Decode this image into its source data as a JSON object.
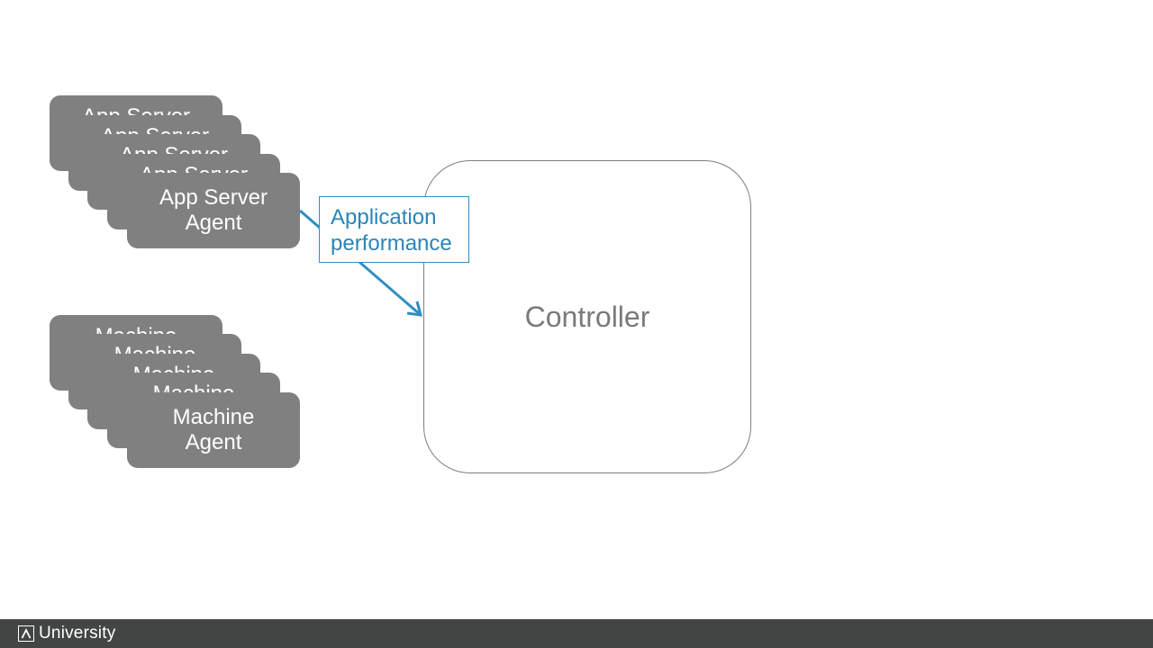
{
  "diagram": {
    "app_server_agent_label": "App Server\nAgent",
    "machine_agent_label": "Machine\nAgent",
    "controller_label": "Controller",
    "connection_label": "Application\nperformance"
  },
  "footer": {
    "brand_text": "University"
  },
  "colors": {
    "agent_fill": "#808080",
    "accent_blue": "#2a85b8",
    "footer_bg": "#434545",
    "controller_text": "#7a7a7a"
  }
}
